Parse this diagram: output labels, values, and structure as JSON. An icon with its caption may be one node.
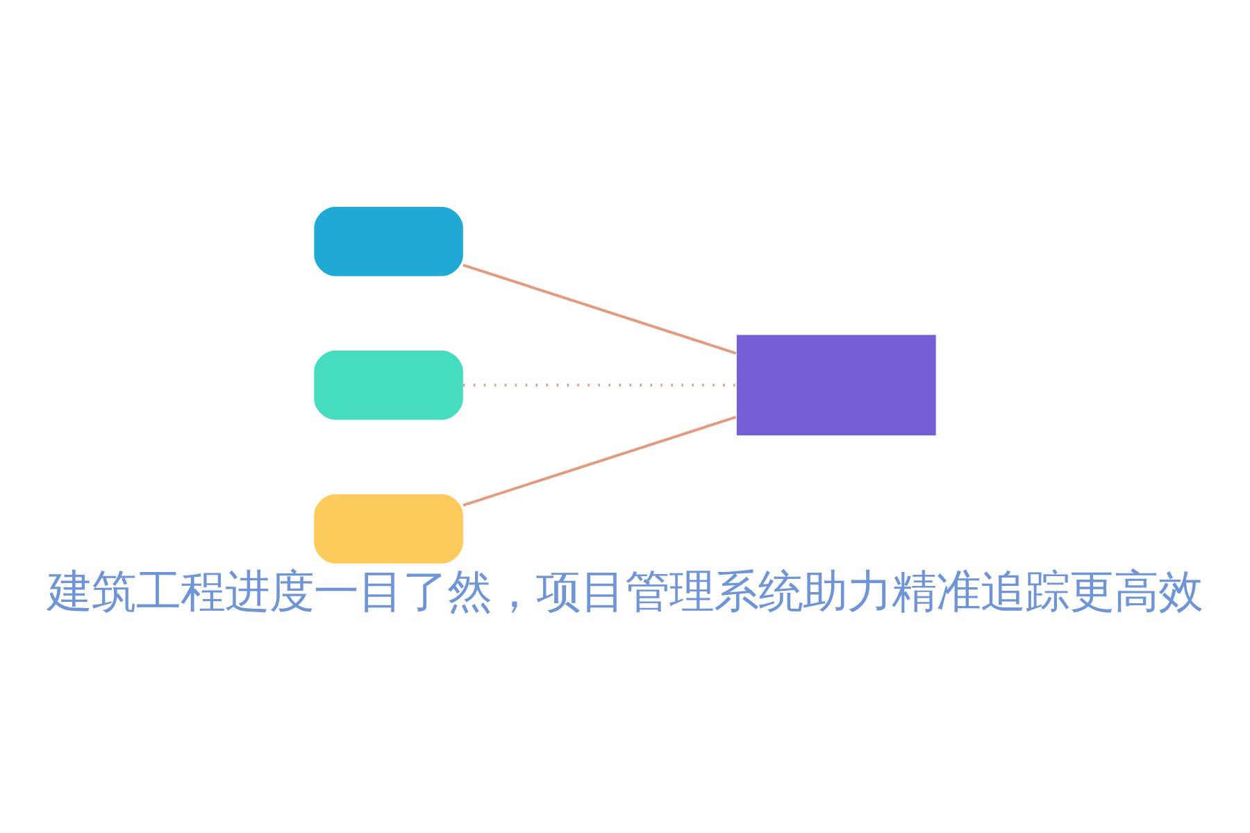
{
  "diagram": {
    "caption": "建筑工程进度一目了然，项目管理系统助力精准追踪更高效",
    "nodes": [
      {
        "text": [],
        "shape": "box"
      },
      {
        "text": [],
        "shape": "box"
      },
      {
        "text": [],
        "shape": "box"
      },
      {
        "text": [],
        "shape": "box"
      }
    ],
    "edges": [
      {
        "from": 0,
        "to": 3,
        "arrow": "none"
      },
      {
        "from": 1,
        "to": 3,
        "arrow": "none",
        "style": "dashed"
      },
      {
        "from": 2,
        "to": 3,
        "arrow": "none"
      }
    ]
  }
}
